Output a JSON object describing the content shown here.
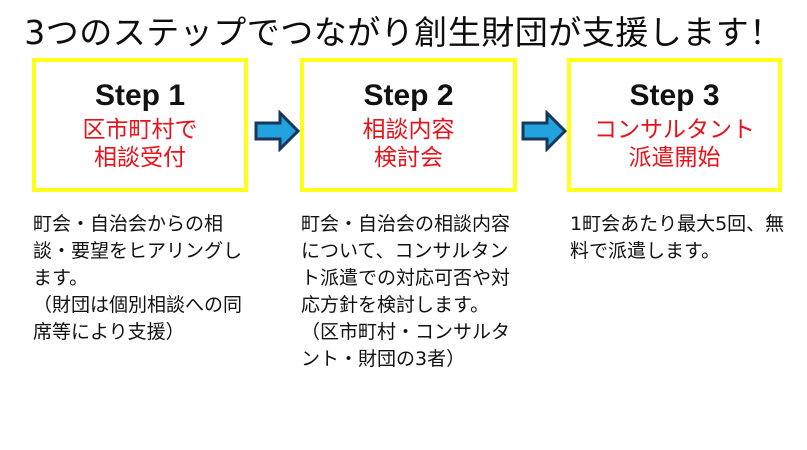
{
  "title": "3つのステップでつながり創生財団が支援します！",
  "colors": {
    "box_border": "#ffff1a",
    "step_label": "#111111",
    "step_sub": "#e8121a",
    "arrow_fill": "#22a3dd",
    "arrow_outline": "#17365d",
    "background": "#ffffff",
    "body_text": "#111111"
  },
  "steps": [
    {
      "label": "Step 1",
      "sub_line1": "区市町村で",
      "sub_line2": "相談受付",
      "description": "町会・自治会からの相談・要望をヒアリングします。\n（財団は個別相談への同席等により支援）"
    },
    {
      "label": "Step 2",
      "sub_line1": "相談内容",
      "sub_line2": "検討会",
      "description": "町会・自治会の相談内容について、コンサルタント派遣での対応可否や対応方針を検討します。\n（区市町村・コンサルタント・財団の3者）"
    },
    {
      "label": "Step 3",
      "sub_line1": "コンサルタント",
      "sub_line2": "派遣開始",
      "description": "1町会あたり最大5回、無料で派遣します。"
    }
  ],
  "arrows": [
    {
      "name": "arrow-step1-to-step2",
      "direction": "right"
    },
    {
      "name": "arrow-step2-to-step3",
      "direction": "right"
    }
  ]
}
